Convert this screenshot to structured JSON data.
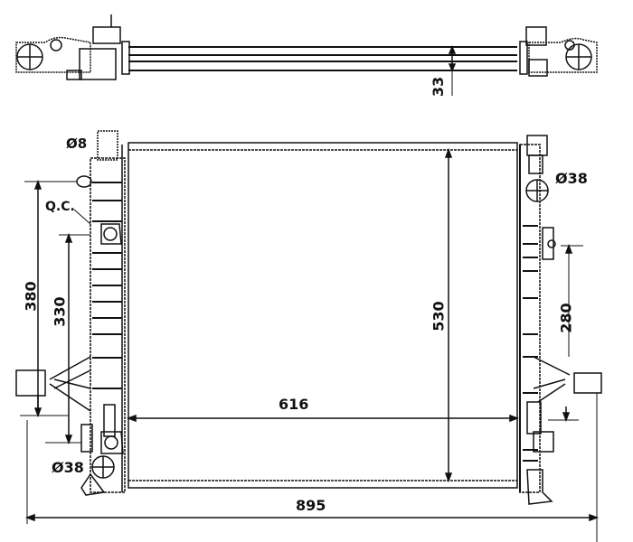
{
  "drawing": {
    "subject": "radiator",
    "views": [
      "top-view",
      "front-view"
    ]
  },
  "dimensions": {
    "depth": "33",
    "core_width": "616",
    "core_height": "530",
    "overall_width": "895",
    "left_mount_380": "380",
    "left_mount_330": "330",
    "right_mount_280": "280"
  },
  "callouts": {
    "small_port": "Ø8",
    "qc_label": "Q.C.",
    "left_outlet": "Ø38",
    "right_inlet": "Ø38"
  },
  "colors": {
    "line": "#111111",
    "background": "#ffffff"
  }
}
